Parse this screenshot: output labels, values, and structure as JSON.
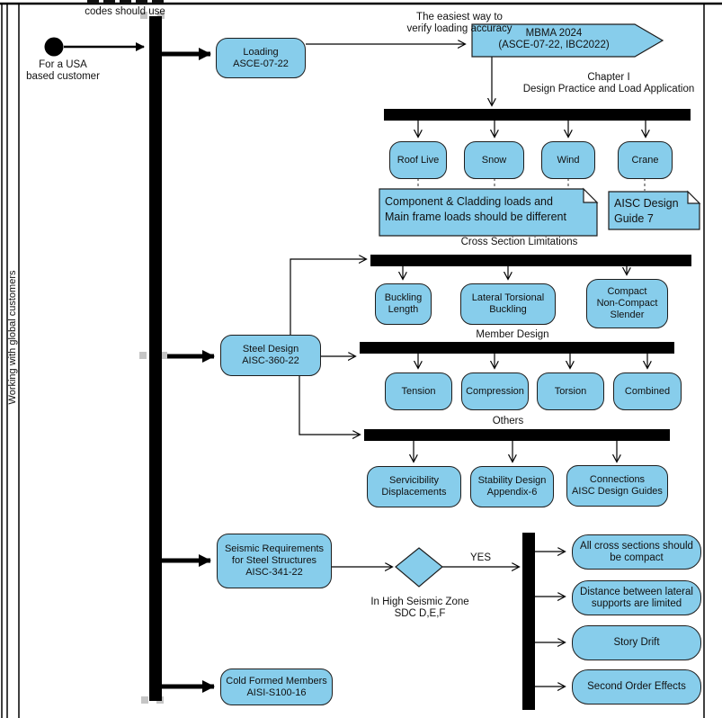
{
  "colors": {
    "node_fill": "#87CDEB",
    "node_border": "#1d1d1d",
    "bar_fill": "#000000",
    "handle_fill": "#c5c5c5"
  },
  "partition_label": "Working with global customers",
  "annotations": {
    "top_note": "codes should use",
    "initial_label": "For a USA\nbased customer",
    "easiest_way": "The easiest way to\nverify loading accuracy",
    "chapter": "Chapter I\nDesign Practice and Load Application",
    "cross_section_limitations": "Cross Section Limitations",
    "member_design": "Member Design",
    "others": "Others",
    "yes_label": "YES",
    "high_seismic": "In High Seismic Zone\nSDC D,E,F"
  },
  "signal": {
    "label": "MBMA 2024\n(ASCE-07-22, IBC2022)"
  },
  "nodes": {
    "loading": {
      "label": "Loading\nASCE-07-22"
    },
    "steel_design": {
      "label": "Steel Design\nAISC-360-22"
    },
    "seismic_req": {
      "label": "Seismic Requirements\nfor Steel Structures\nAISC-341-22"
    },
    "cold_formed": {
      "label": "Cold Formed Members\nAISI-S100-16"
    },
    "roof_live": {
      "label": "Roof Live"
    },
    "snow": {
      "label": "Snow"
    },
    "wind": {
      "label": "Wind"
    },
    "crane": {
      "label": "Crane"
    },
    "buckling_length": {
      "label": "Buckling\nLength"
    },
    "lateral_torsional": {
      "label": "Lateral Torsional\nBuckling"
    },
    "compact_slender": {
      "label": "Compact\nNon-Compact\nSlender"
    },
    "tension": {
      "label": "Tension"
    },
    "compression": {
      "label": "Compression"
    },
    "torsion": {
      "label": "Torsion"
    },
    "combined": {
      "label": "Combined"
    },
    "serviceability": {
      "label": "Servicibility\nDisplacements"
    },
    "stability": {
      "label": "Stability Design\nAppendix-6"
    },
    "connections": {
      "label": "Connections\nAISC Design Guides"
    },
    "all_compact": {
      "label": "All cross sections should\nbe compact"
    },
    "lateral_supports": {
      "label": "Distance between lateral\nsupports are limited"
    },
    "story_drift": {
      "label": "Story Drift"
    },
    "second_order": {
      "label": "Second Order Effects"
    }
  },
  "notes": {
    "cladding": {
      "text": "Component & Cladding loads and\nMain frame loads should be different"
    },
    "aisc_guide": {
      "text": "AISC Design\nGuide 7"
    }
  }
}
